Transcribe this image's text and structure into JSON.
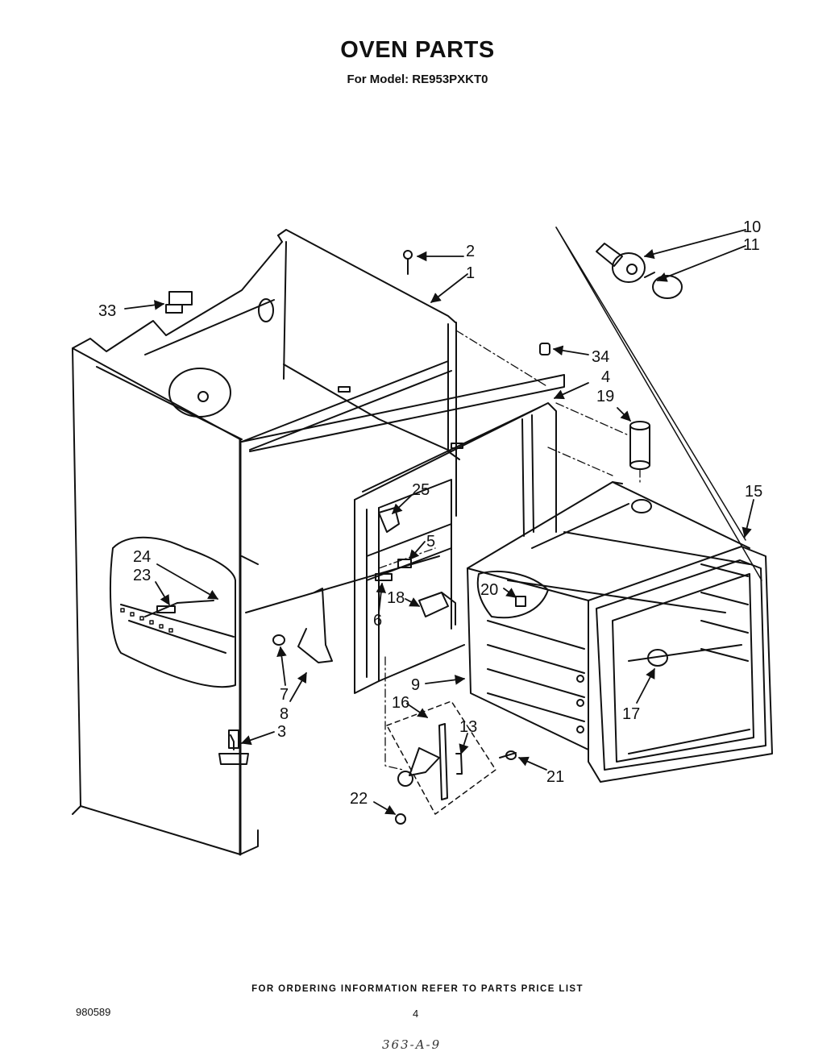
{
  "header": {
    "title": "OVEN PARTS",
    "subtitle": "For Model: RE953PXKT0"
  },
  "callouts": [
    {
      "id": "c2",
      "label": "2"
    },
    {
      "id": "c1",
      "label": "1"
    },
    {
      "id": "c33",
      "label": "33"
    },
    {
      "id": "c10",
      "label": "10"
    },
    {
      "id": "c11",
      "label": "11"
    },
    {
      "id": "c34",
      "label": "34"
    },
    {
      "id": "c4",
      "label": "4"
    },
    {
      "id": "c19",
      "label": "19"
    },
    {
      "id": "c15",
      "label": "15"
    },
    {
      "id": "c25",
      "label": "25"
    },
    {
      "id": "c5",
      "label": "5"
    },
    {
      "id": "c24",
      "label": "24"
    },
    {
      "id": "c23",
      "label": "23"
    },
    {
      "id": "c6",
      "label": "6"
    },
    {
      "id": "c18",
      "label": "18"
    },
    {
      "id": "c20",
      "label": "20"
    },
    {
      "id": "c7",
      "label": "7"
    },
    {
      "id": "c8",
      "label": "8"
    },
    {
      "id": "c9",
      "label": "9"
    },
    {
      "id": "c16",
      "label": "16"
    },
    {
      "id": "c17",
      "label": "17"
    },
    {
      "id": "c3",
      "label": "3"
    },
    {
      "id": "c13",
      "label": "13"
    },
    {
      "id": "c21",
      "label": "21"
    },
    {
      "id": "c22",
      "label": "22"
    }
  ],
  "footer": {
    "ordering_note": "FOR ORDERING INFORMATION REFER TO PARTS PRICE LIST",
    "doc_number": "980589",
    "page_number": "4",
    "handwritten_note": "363-A-9"
  },
  "colors": {
    "ink": "#111111",
    "paper": "#ffffff"
  }
}
